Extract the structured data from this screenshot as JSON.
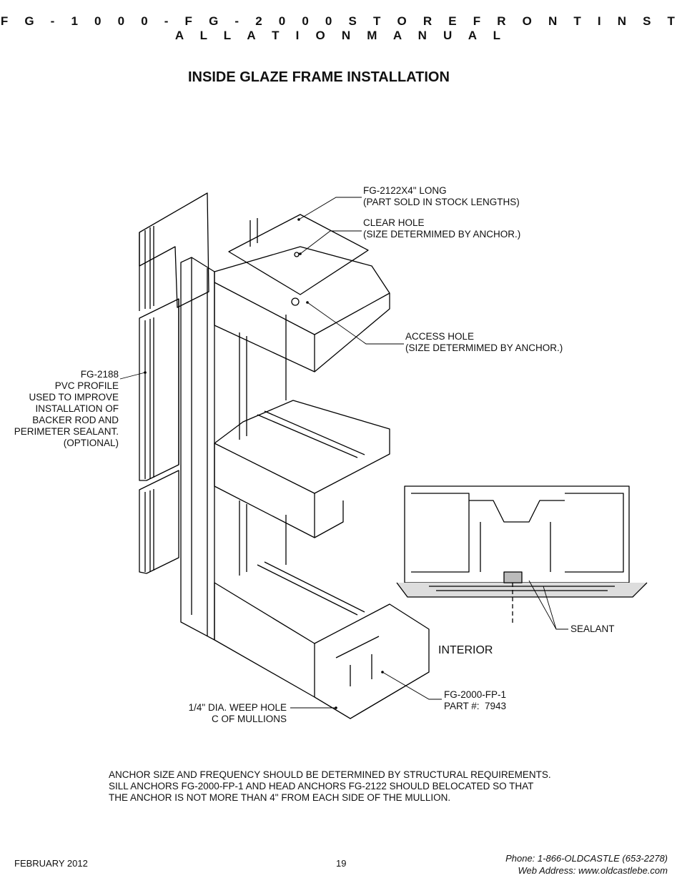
{
  "header": {
    "manual_title": "F G - 1 0 0 0  -  F G - 2 0 0 0  S T O R E F R O N T  I N S T A L L A T I O N  M A N U A L"
  },
  "section_title": "INSIDE GLAZE FRAME INSTALLATION",
  "callouts": {
    "head_anchor": "FG-2122X4\" LONG\n(PART SOLD IN STOCK LENGTHS)",
    "clear_hole": "CLEAR HOLE\n(SIZE DETERMIMED BY ANCHOR.)",
    "access_hole": "ACCESS HOLE\n(SIZE DETERMIMED BY ANCHOR.)",
    "pvc_profile": "FG-2188\nPVC PROFILE\nUSED TO IMPROVE\nINSTALLATION OF\nBACKER ROD AND\nPERIMETER SEALANT.\n(OPTIONAL)",
    "sealant": "SEALANT",
    "interior": "INTERIOR",
    "sill_anchor": "FG-2000-FP-1\nPART #:  7943",
    "weep_hole": "1/4\" DIA. WEEP HOLE\nC OF MULLIONS"
  },
  "note": "ANCHOR SIZE AND FREQUENCY SHOULD BE DETERMINED BY STRUCTURAL REQUIREMENTS.\nSILL ANCHORS FG-2000-FP-1 AND HEAD ANCHORS FG-2122 SHOULD BELOCATED SO THAT\nTHE ANCHOR IS NOT MORE THAN 4\" FROM EACH SIDE OF THE MULLION.",
  "footer": {
    "date": "FEBRUARY 2012",
    "page": "19",
    "phone": "Phone: 1-866-OLDCASTLE (653-2278)",
    "web": "Web Address: www.oldcastlebe.com"
  }
}
